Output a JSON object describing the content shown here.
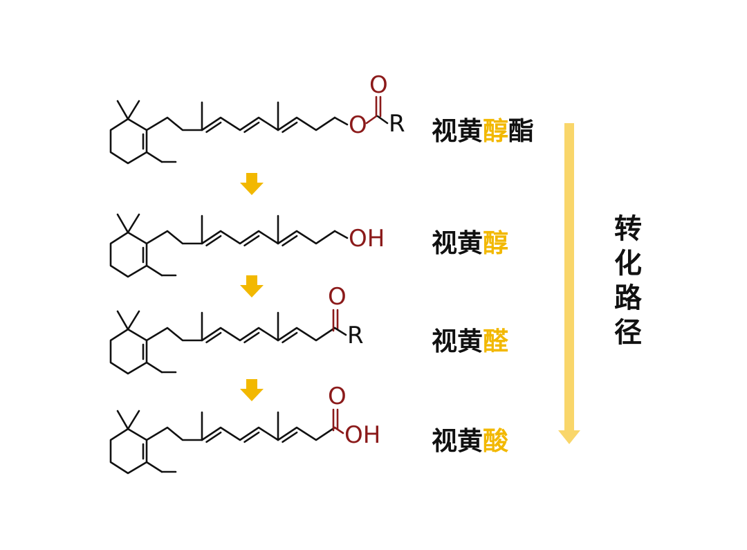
{
  "colors": {
    "bond": "#111111",
    "heteroatom": "#8b1a1a",
    "accent": "#f2b800",
    "pathway_bar": "#f9d66a",
    "label_text": "#111111"
  },
  "molecules": [
    {
      "name_prefix": "视黄",
      "name_highlight": "醇",
      "name_suffix": "酯",
      "end_group": "ester",
      "atoms": {
        "o_top": "O",
        "o_link": "O",
        "r": "R"
      }
    },
    {
      "name_prefix": "视黄",
      "name_highlight": "醇",
      "name_suffix": "",
      "end_group": "alcohol",
      "atoms": {
        "oh": "OH"
      }
    },
    {
      "name_prefix": "视黄",
      "name_highlight": "醛",
      "name_suffix": "",
      "end_group": "aldehyde",
      "atoms": {
        "o_top": "O",
        "r": "R"
      }
    },
    {
      "name_prefix": "视黄",
      "name_highlight": "酸",
      "name_suffix": "",
      "end_group": "acid",
      "atoms": {
        "o_top": "O",
        "oh": "OH"
      }
    }
  ],
  "pathway": {
    "chars": [
      "转",
      "化",
      "路",
      "径"
    ],
    "arrow_icon": "down-arrow-icon"
  },
  "step_arrows": [
    "down-arrow-icon",
    "down-arrow-icon",
    "down-arrow-icon"
  ]
}
